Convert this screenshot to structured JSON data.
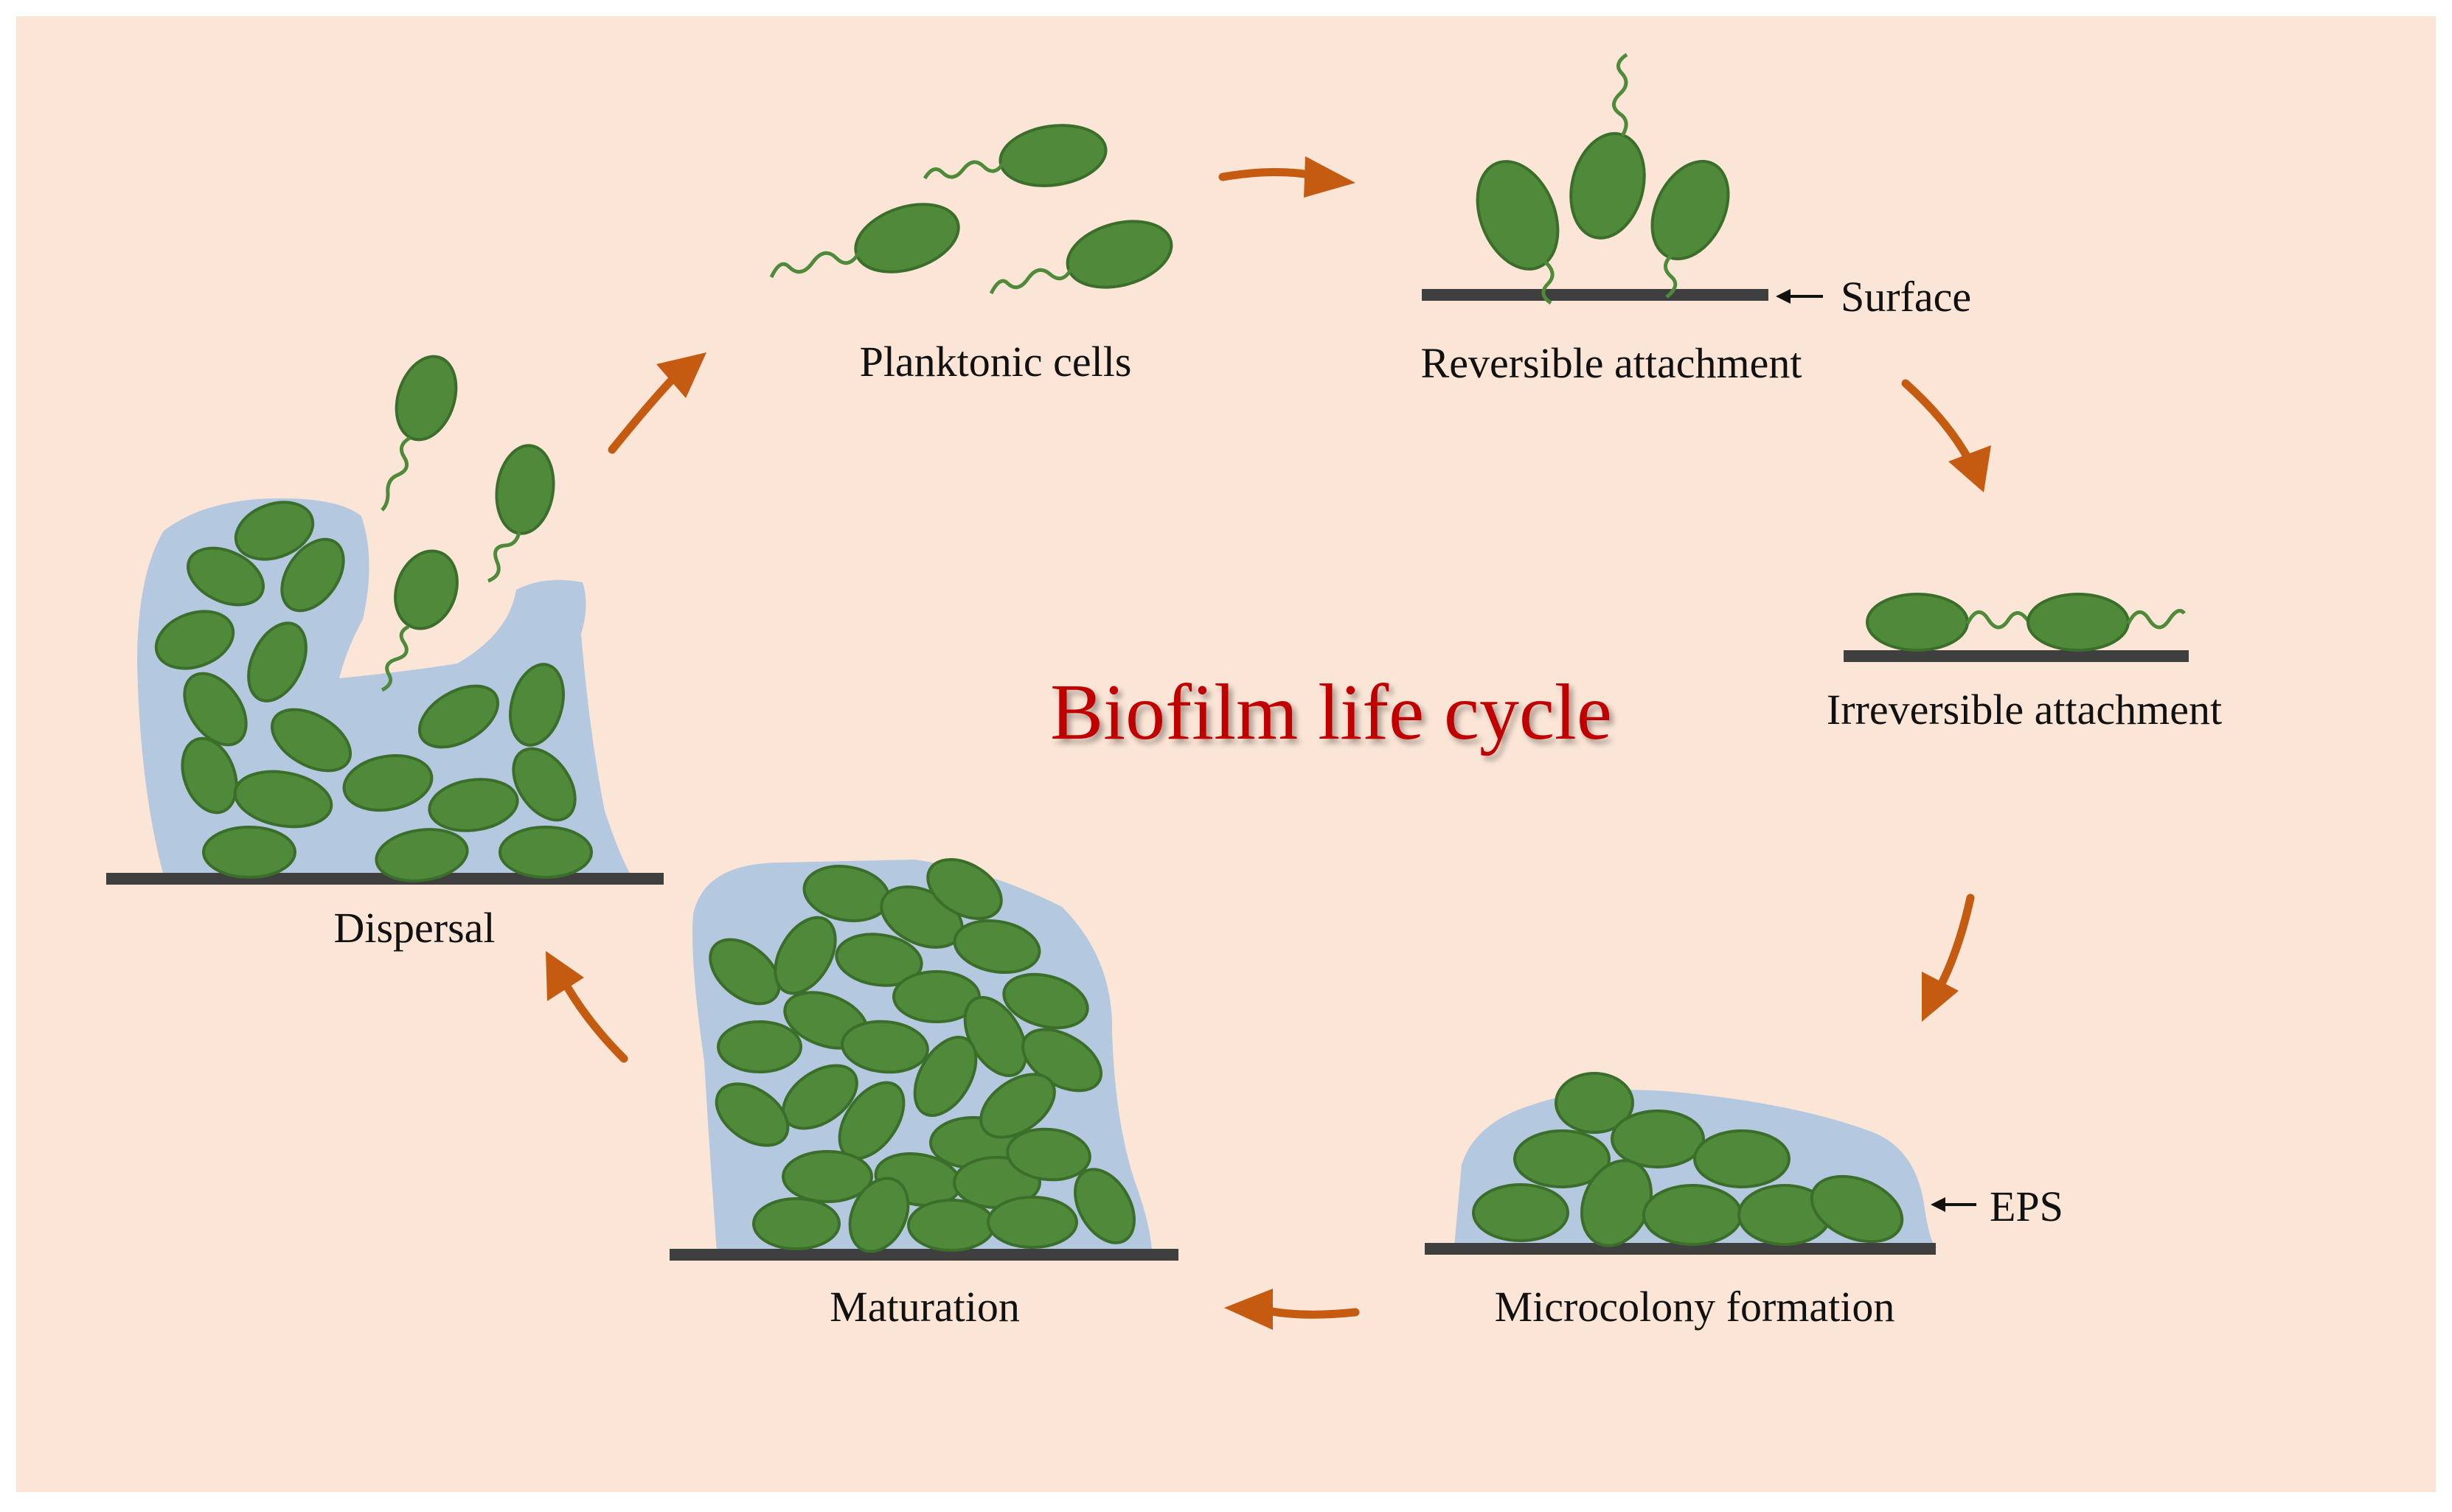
{
  "title": "Biofilm life cycle",
  "stages": {
    "planktonic": "Planktonic cells",
    "reversible": "Reversible attachment",
    "irreversible": "Irreversible attachment",
    "microcolony": "Microcolony formation",
    "maturation": "Maturation",
    "dispersal": "Dispersal"
  },
  "annotations": {
    "surface": "Surface",
    "eps": "EPS"
  },
  "colors": {
    "background": "#fbe5d6",
    "cell": "#4e8a3a",
    "cell_outline": "#3b6e2a",
    "eps_matrix": "#b4c8e0",
    "surface": "#3f3f3f",
    "cycle_arrow": "#c55a11",
    "title": "#c00000"
  }
}
